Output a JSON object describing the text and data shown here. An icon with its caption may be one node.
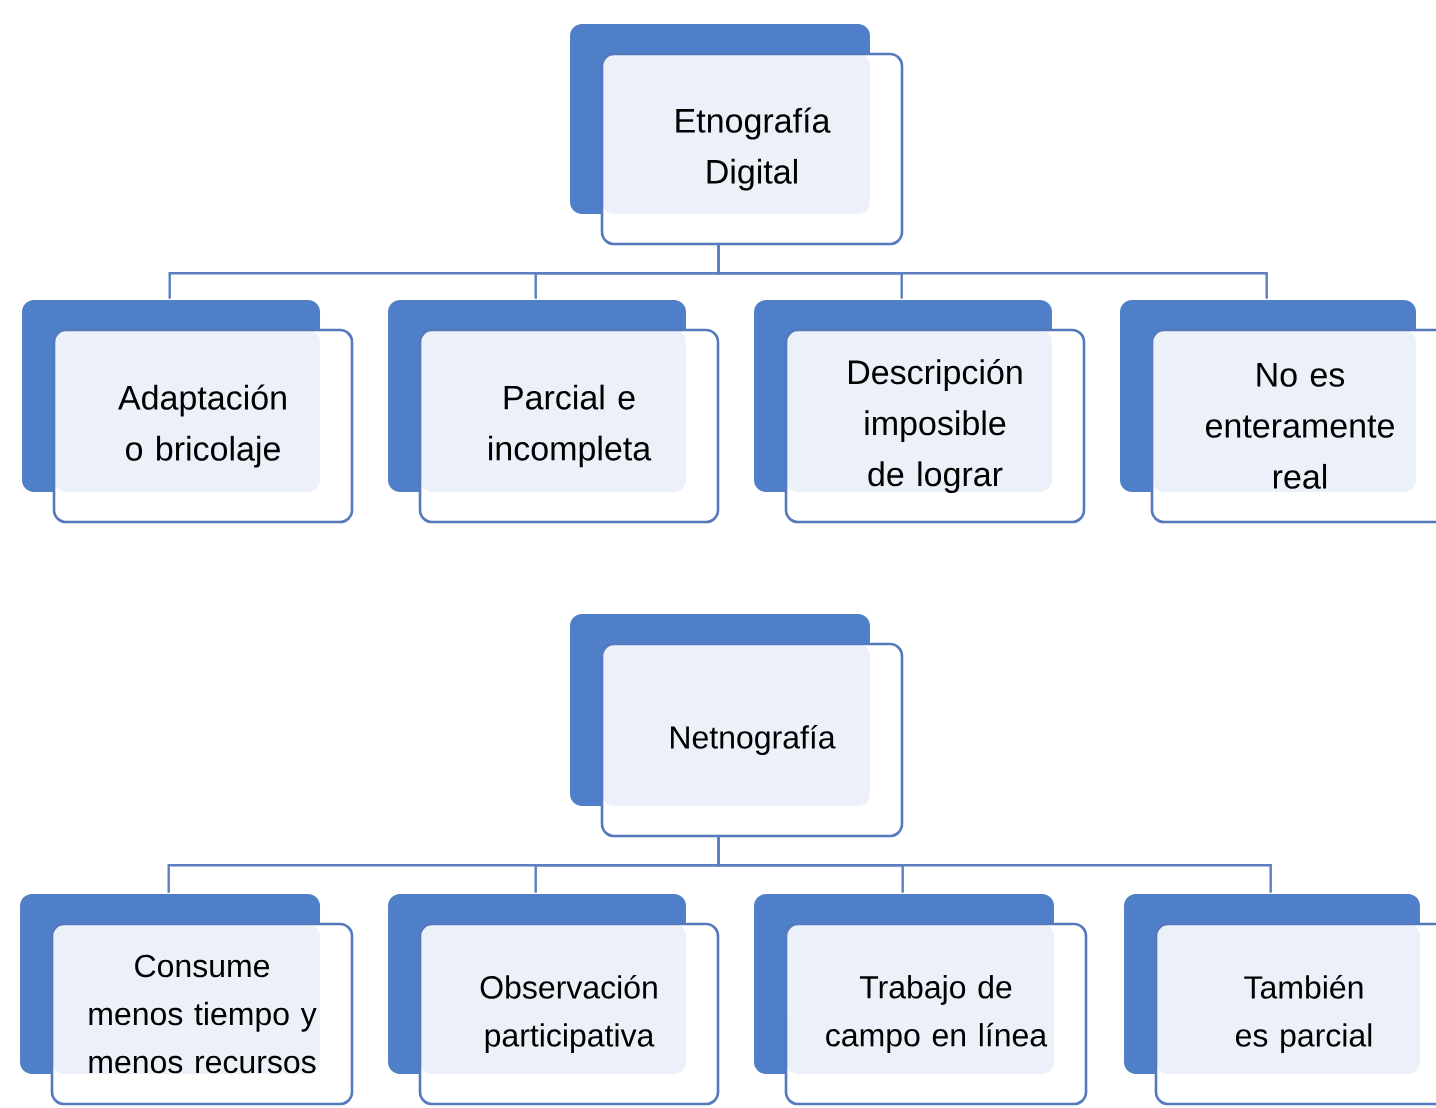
{
  "diagram": {
    "nodes": [
      {
        "text": [
          "Etnografía Digital"
        ]
      },
      {
        "text": [
          "Adaptación o bricolaje"
        ]
      },
      {
        "text": [
          "Parcial e incompleta"
        ]
      },
      {
        "text": [
          "Descripción imposible de lograr"
        ]
      },
      {
        "text": [
          "No es enteramente real"
        ]
      },
      {
        "text": [
          "Netnografía"
        ]
      },
      {
        "text": [
          "Consume menos tiempo y menos recursos"
        ]
      },
      {
        "text": [
          "Observación participativa"
        ]
      },
      {
        "text": [
          "Trabajo de campo en línea"
        ]
      },
      {
        "text": [
          "También es parcial"
        ]
      }
    ],
    "edges": [
      {
        "from": 0,
        "to": 1,
        "arrow": "none"
      },
      {
        "from": 0,
        "to": 2,
        "arrow": "none"
      },
      {
        "from": 0,
        "to": 3,
        "arrow": "none"
      },
      {
        "from": 0,
        "to": 4,
        "arrow": "none"
      },
      {
        "from": 5,
        "to": 6,
        "arrow": "none"
      },
      {
        "from": 5,
        "to": 7,
        "arrow": "none"
      },
      {
        "from": 5,
        "to": 8,
        "arrow": "none"
      },
      {
        "from": 5,
        "to": 9,
        "arrow": "none"
      }
    ]
  }
}
